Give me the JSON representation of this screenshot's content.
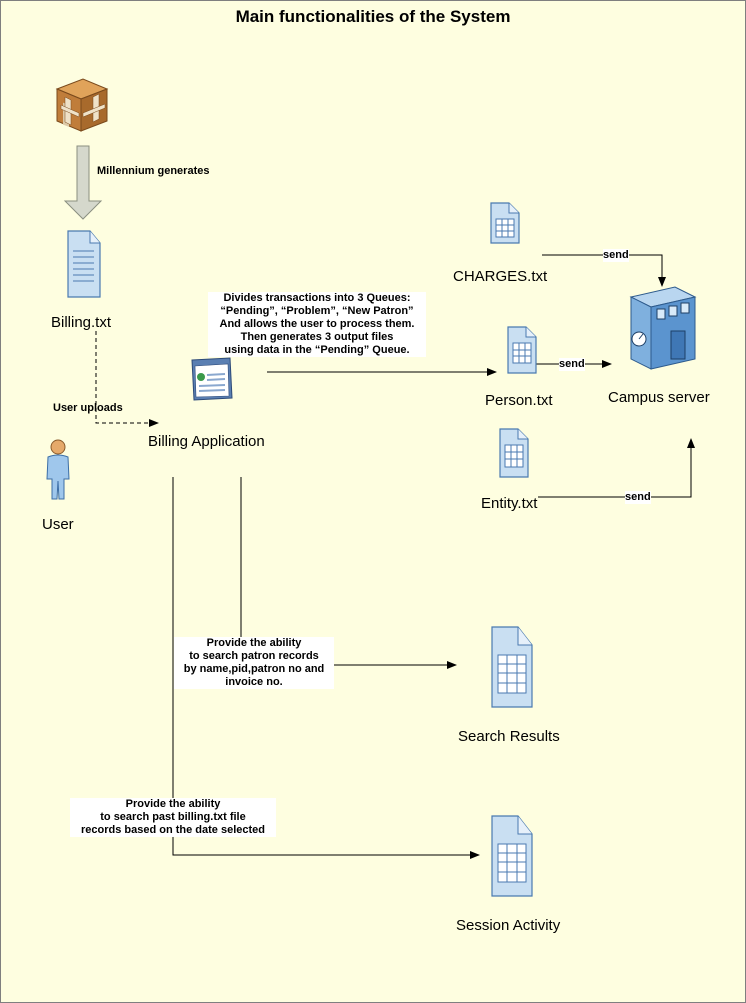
{
  "title": "Main functionalities of the System",
  "nodes": {
    "billing_txt": "Billing.txt",
    "user": "User",
    "billing_app": "Billing Application",
    "charges": "CHARGES.txt",
    "person": "Person.txt",
    "entity": "Entity.txt",
    "campus": "Campus server",
    "search_results": "Search Results",
    "session_activity": "Session Activity"
  },
  "annotations": {
    "millennium": "Millennium generates",
    "user_uploads": "User uploads",
    "divides": [
      "Divides transactions into 3 Queues:",
      "“Pending”, “Problem”, “New Patron”",
      "And allows the user to process them.",
      "Then generates 3 output files",
      "using data in the “Pending” Queue."
    ],
    "send_charges": "send",
    "send_person": "send",
    "send_entity": "send",
    "search_patron": [
      "Provide the ability",
      "to search patron records",
      "by name,pid,patron no and",
      "invoice no."
    ],
    "search_past": [
      "Provide the ability",
      "to search past billing.txt file",
      "records based on the date selected"
    ]
  },
  "icons": {
    "package": "package-icon",
    "billing_doc": "document-icon",
    "user": "user-icon",
    "app": "application-window-icon",
    "server": "server-building-icon",
    "spreadsheet": "spreadsheet-icon"
  },
  "colors": {
    "background": "#fefee0",
    "doc_fill": "#c9dff2",
    "doc_stroke": "#4a7ab0",
    "package": "#c07d3a",
    "arrow": "#000000",
    "gray_arrow": "#d5d8cc"
  }
}
